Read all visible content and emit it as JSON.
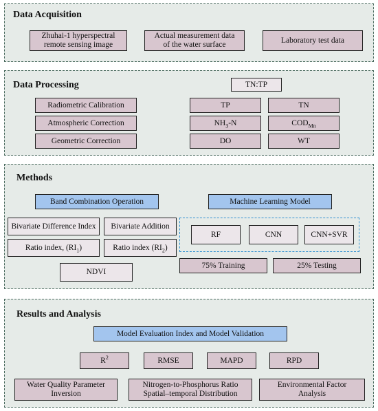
{
  "sections": {
    "acquisition": {
      "title": "Data Acquisition",
      "items": [
        {
          "line1": "Zhuhai-1 hyperspectral",
          "line2": "remote sensing image"
        },
        {
          "line1": "Actual measurement data",
          "line2": "of the water surface"
        },
        {
          "line1": "Laboratory test data",
          "line2": ""
        }
      ]
    },
    "processing": {
      "title": "Data Processing",
      "corrections": [
        "Radiometric  Calibration",
        "Atmospheric Correction",
        "Geometric Correction"
      ],
      "ratio_label": "TN:TP",
      "params": {
        "tp": "TP",
        "tn": "TN",
        "nh3_main": "NH",
        "nh3_sub": "3",
        "nh3_tail": "-N",
        "cod_main": "COD",
        "cod_sub": "Mn",
        "do": "DO",
        "wt": "WT"
      }
    },
    "methods": {
      "title": "Methods",
      "band_combination": "Band Combination Operation",
      "ml_model": "Machine Learning Model",
      "bdi": "Bivariate Difference Index",
      "ba": "Bivariate Addition",
      "ri1_main": "Ratio index, (RI",
      "ri1_sub": "1",
      "ri1_tail": ")",
      "ri2_main": "Ratio index (RI",
      "ri2_sub": "2",
      "ri2_tail": ")",
      "ndvi": "NDVI",
      "models": [
        "RF",
        "CNN",
        "CNN+SVR"
      ],
      "training": "75% Training",
      "testing": "25% Testing"
    },
    "results": {
      "title": "Results and Analysis",
      "evaluation": "Model Evaluation Index and Model Validation",
      "r2_main": "R",
      "r2_sup": "2",
      "metrics": [
        "RMSE",
        "MAPD",
        "RPD"
      ],
      "outputs": [
        {
          "line1": "Water Quality Parameter",
          "line2": "Inversion"
        },
        {
          "line1": "Nitrogen-to-Phosphorus Ratio",
          "line2": "Spatial–temporal Distribution"
        },
        {
          "line1": "Environmental Factor",
          "line2": "Analysis"
        }
      ]
    }
  }
}
